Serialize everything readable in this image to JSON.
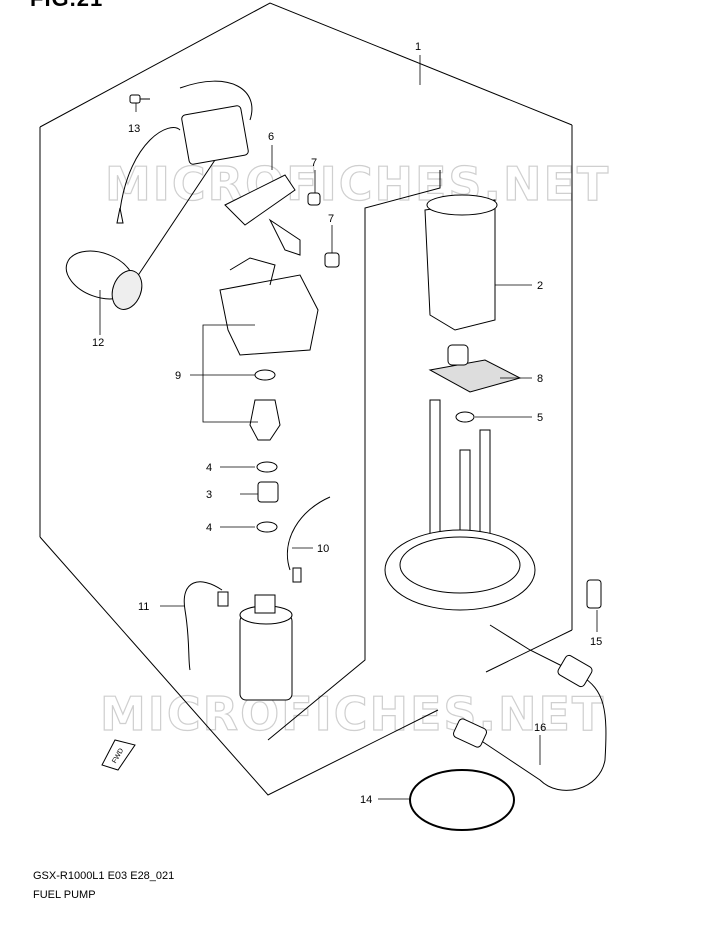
{
  "figure_title": "FIG.21",
  "watermark": "MICROFICHES.NET",
  "footer": {
    "code": "GSX-R1000L1 E03 E28_021",
    "name": "FUEL PUMP"
  },
  "fwd_label": "FWD",
  "callouts": [
    "1",
    "2",
    "3",
    "4",
    "4",
    "5",
    "6",
    "7",
    "7",
    "8",
    "9",
    "10",
    "11",
    "12",
    "13",
    "14",
    "15",
    "16"
  ]
}
